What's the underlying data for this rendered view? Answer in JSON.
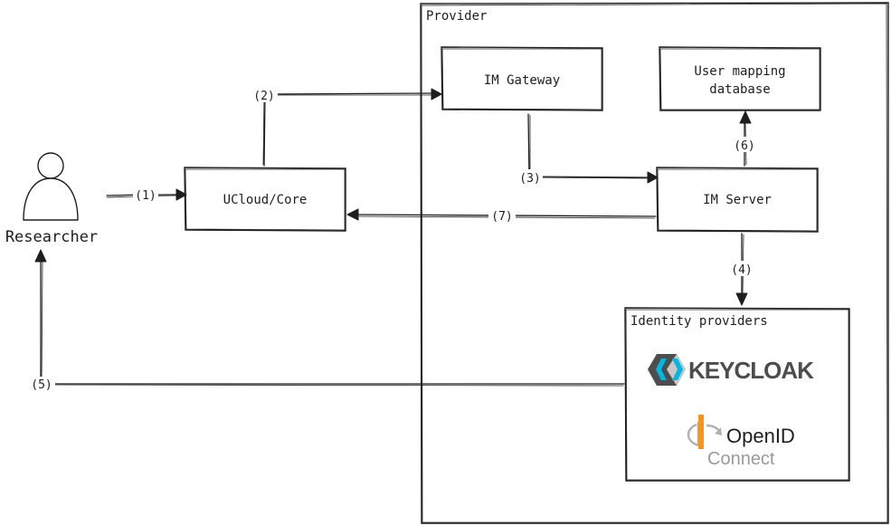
{
  "actor": {
    "label": "Researcher"
  },
  "containers": {
    "provider": "Provider",
    "identity_providers": "Identity providers"
  },
  "nodes": {
    "ucloud_core": "UCloud/Core",
    "im_gateway": "IM Gateway",
    "user_mapping_db": [
      "User mapping",
      "database"
    ],
    "im_server": "IM Server"
  },
  "logos": {
    "keycloak": "KEYCLOAK",
    "openid_top": "OpenID",
    "openid_bottom": "Connect"
  },
  "steps": {
    "s1": "(1)",
    "s2": "(2)",
    "s3": "(3)",
    "s4": "(4)",
    "s5": "(5)",
    "s6": "(6)",
    "s7": "(7)"
  },
  "colors": {
    "stroke": "#1e1e1e",
    "keycloak_dark": "#4d4d4d",
    "keycloak_light": "#c8c8c8",
    "keycloak_blue": "#00b8e3",
    "openid_orange": "#f7931e",
    "openid_gray": "#b2b2b2"
  }
}
